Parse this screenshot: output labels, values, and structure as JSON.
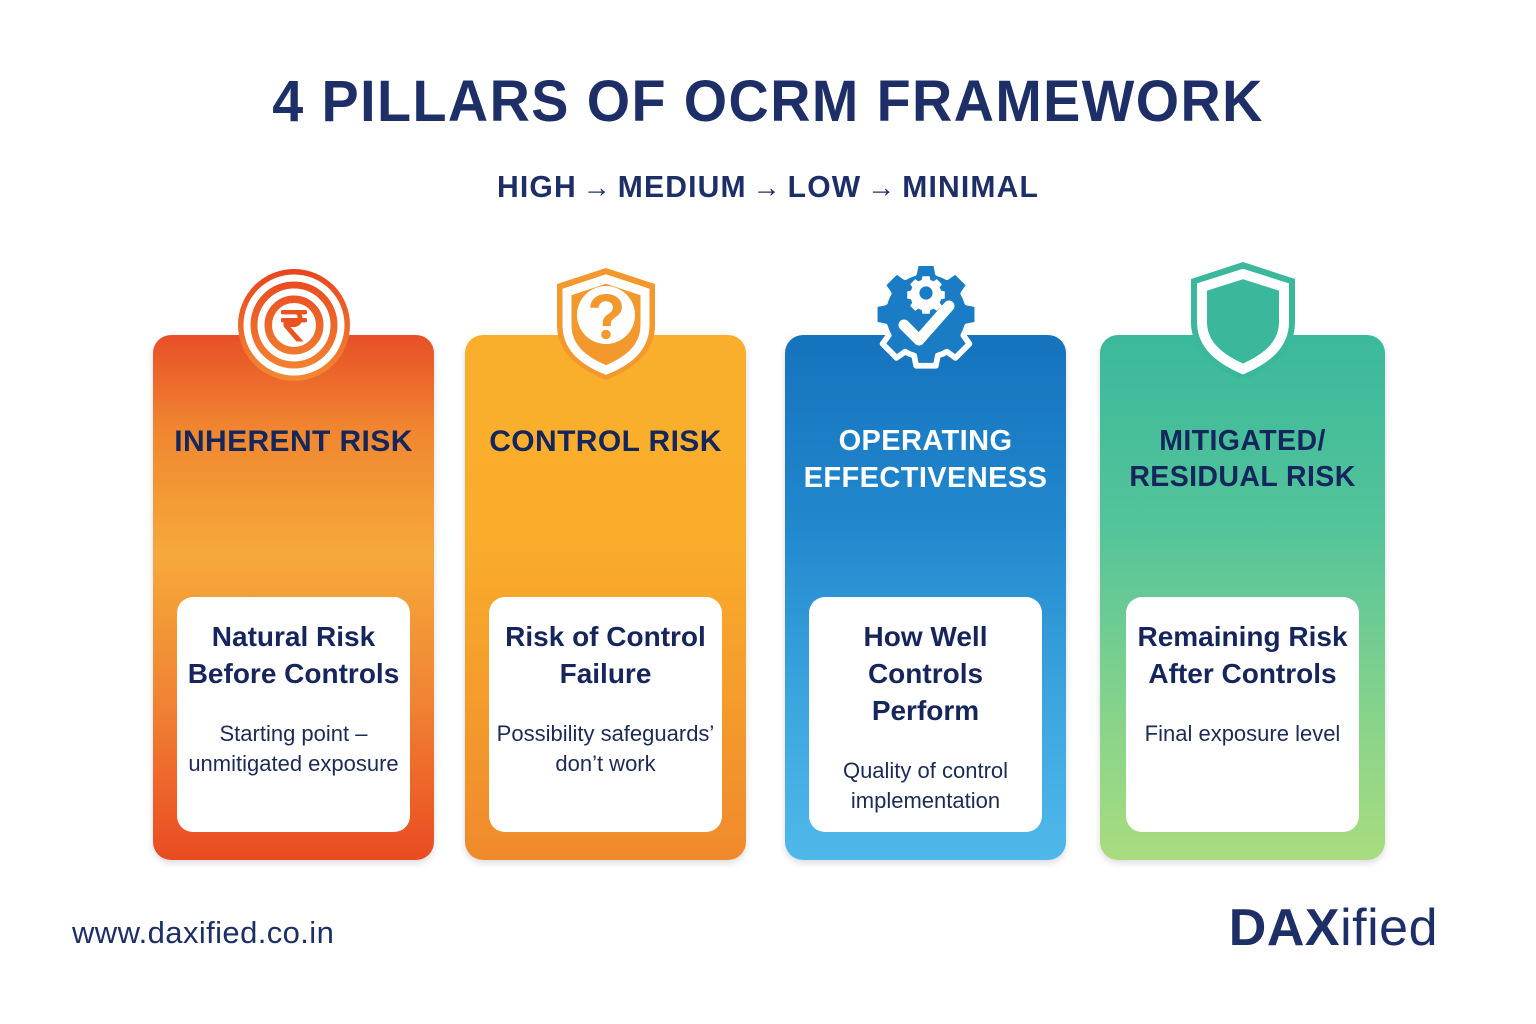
{
  "header": {
    "title": "4 PILLARS OF OCRM FRAMEWORK",
    "flow": {
      "step1": "HIGH",
      "step2": "MEDIUM",
      "step3": "LOW",
      "step4": "MINIMAL",
      "arrow": "→"
    }
  },
  "cards": [
    {
      "id": "inherent-risk",
      "icon": "rupee-coin-icon",
      "title": "INHERENT RISK",
      "inner_head": "Natural Risk Before Controls",
      "inner_sub": "Starting point –unmitigated exposure",
      "color_top": "#E84F27",
      "color_mid": "#F6A93A",
      "color_bottom": "#EA4B22",
      "title_color": "#15265C"
    },
    {
      "id": "control-risk",
      "icon": "shield-question-icon",
      "title": "CONTROL RISK",
      "inner_head": "Risk of Control Failure",
      "inner_sub": "Possibility safeguards’ don’t work",
      "color_top": "#F9AE2C",
      "color_mid": "#F49A2C",
      "color_bottom": "#EF8A2C",
      "title_color": "#15265C"
    },
    {
      "id": "operating-effectiveness",
      "icon": "gear-check-icon",
      "title": "OPERATING EFFECTIVENESS",
      "inner_head": "How Well Controls Perform",
      "inner_sub": "Quality of control implementation",
      "color_top": "#1573BD",
      "color_mid": "#3BA4DE",
      "color_bottom": "#4FB8EA",
      "title_color": "#FFFFFF"
    },
    {
      "id": "mitigated-residual-risk",
      "icon": "shield-check-icon",
      "title": "MITIGATED/ RESIDUAL RISK",
      "inner_head": "Remaining Risk After Controls",
      "inner_sub": "Final exposure level",
      "color_top": "#3AB99B",
      "color_mid": "#86D38B",
      "color_bottom": "#A9DC7F",
      "title_color": "#15265C"
    }
  ],
  "footer": {
    "url": "www.daxified.co.in",
    "brand_bold": "DAX",
    "brand_light": "ified"
  },
  "theme": {
    "navy": "#1D2F66",
    "background": "#FFFFFF"
  }
}
